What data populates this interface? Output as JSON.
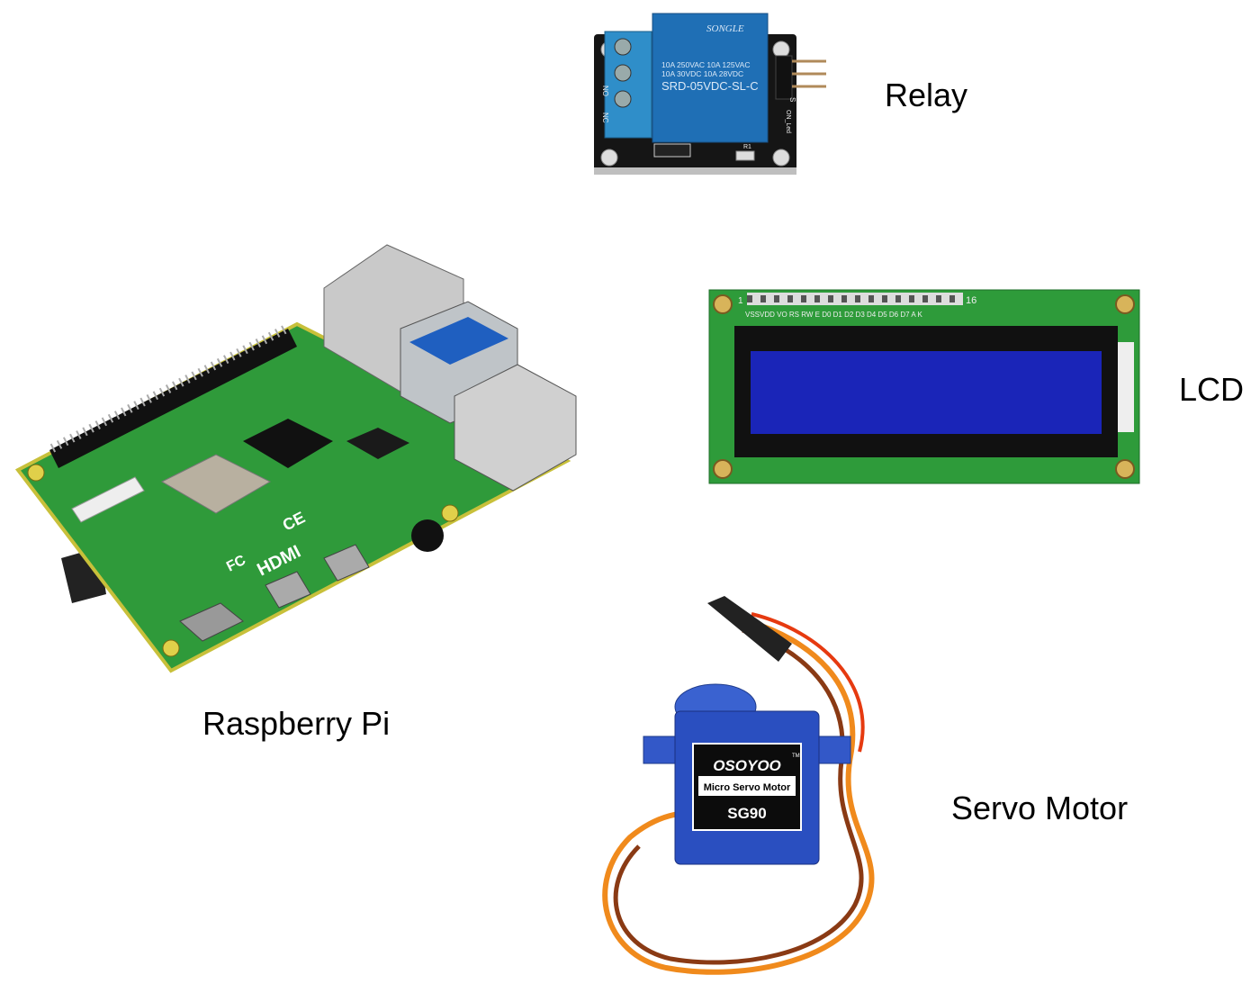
{
  "labels": {
    "relay": "Relay",
    "lcd": "LCD",
    "raspberry_pi": "Raspberry Pi",
    "servo": "Servo Motor"
  },
  "relay": {
    "brand": "SONGLE",
    "rating1": "10A 250VAC  10A 125VAC",
    "rating2": "10A  30VDC  10A  28VDC",
    "model": "SRD-05VDC-SL-C",
    "pin_no": "NO",
    "pin_nc": "NC",
    "pin_s": "S",
    "led": "ON_Led",
    "resistor": "R1"
  },
  "lcd": {
    "pin_first": "1",
    "pin_last": "16",
    "pins": "VSSVDD VO RS RW E  D0 D1 D2 D3 D4 D5 D6 D7  A  K"
  },
  "pi": {
    "hdmi": "HDMI",
    "ce": "CE",
    "fc": "FC"
  },
  "servo": {
    "brand": "OSOYOO",
    "tm": "TM",
    "desc": "Micro Servo Motor",
    "model": "SG90"
  },
  "colors": {
    "relay_blue": "#1f6fb5",
    "board_black": "#151515",
    "pcb_green": "#2f9a3a",
    "lcd_screen": "#1a25b8",
    "servo_blue": "#2a4fc0",
    "wire_orange": "#f08a1c",
    "wire_brown": "#8a3a14"
  }
}
